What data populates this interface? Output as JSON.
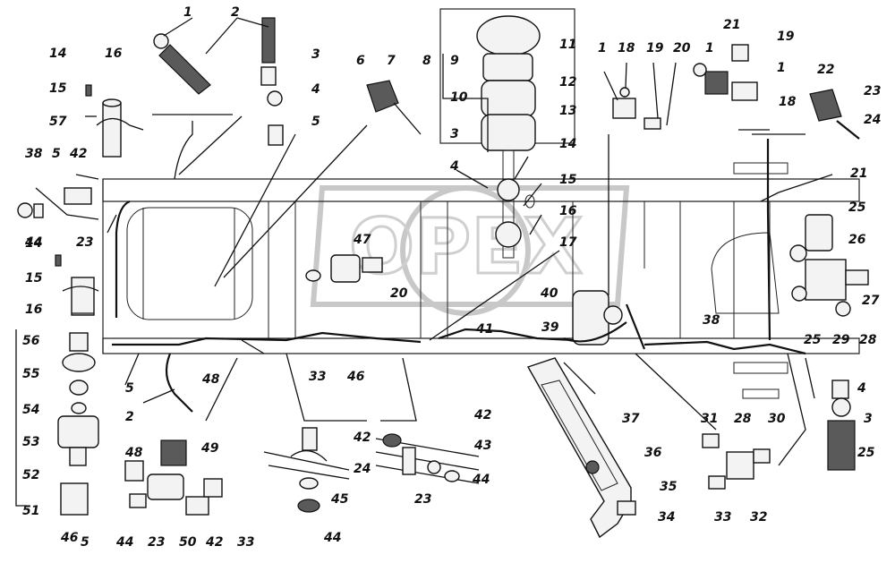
{
  "callouts": [
    "1",
    "2",
    "3",
    "4",
    "5",
    "6",
    "7",
    "8",
    "9",
    "10",
    "11",
    "12",
    "13",
    "14",
    "15",
    "16",
    "17",
    "18",
    "19",
    "20",
    "21",
    "22",
    "23",
    "24",
    "25",
    "26",
    "27",
    "28",
    "29",
    "30",
    "31",
    "32",
    "33",
    "34",
    "35",
    "36",
    "37",
    "38",
    "39",
    "40",
    "41",
    "42",
    "43",
    "44",
    "45",
    "46",
    "47",
    "48",
    "49",
    "50",
    "51",
    "52",
    "53",
    "54",
    "55",
    "56",
    "57"
  ],
  "watermark": "OPEX",
  "colors": {
    "ink": "#111111",
    "watermark": "#cfcfcf",
    "background": "#ffffff"
  }
}
